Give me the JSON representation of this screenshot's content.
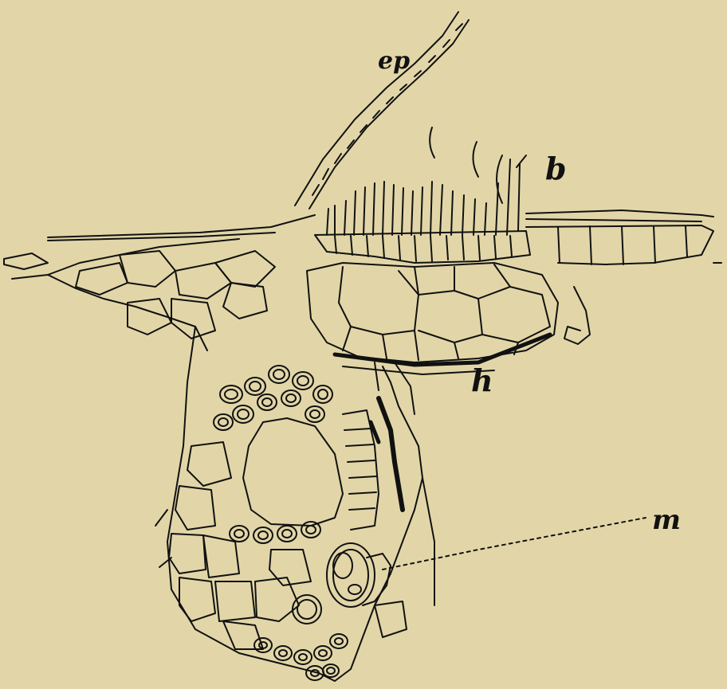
{
  "labels": {
    "ep": "ep",
    "b": "b",
    "h": "h",
    "m": "m"
  },
  "colors": {
    "background": "#e2d6a8",
    "ink": "#111111"
  }
}
